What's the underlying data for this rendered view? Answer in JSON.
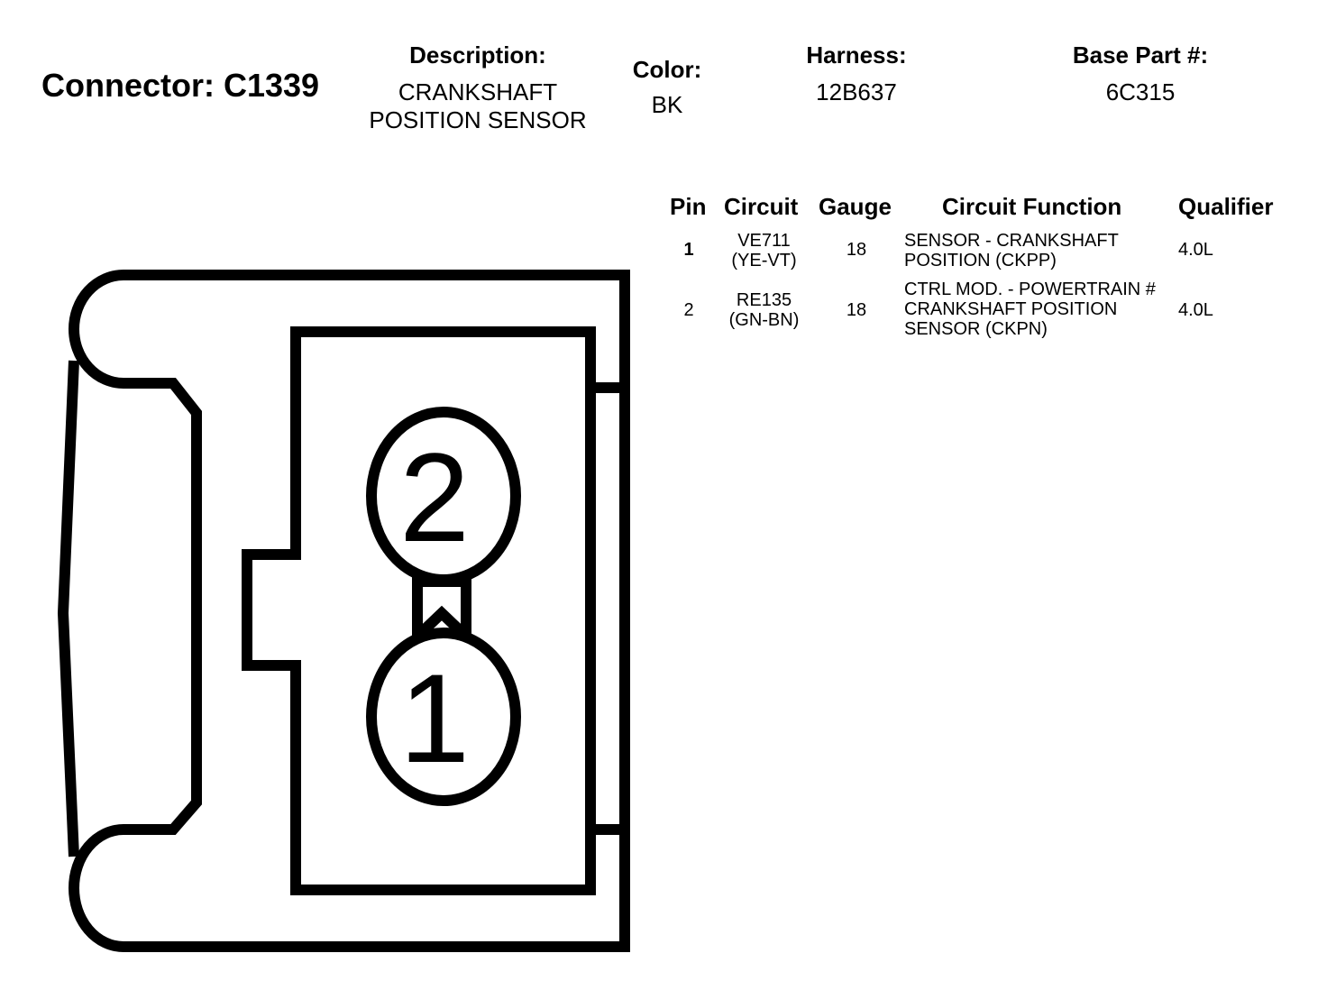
{
  "connector": {
    "label": "Connector: C1339"
  },
  "description": {
    "label": "Description:",
    "lines": [
      "CRANKSHAFT",
      "POSITION SENSOR"
    ]
  },
  "color": {
    "label": "Color:",
    "value": "BK"
  },
  "harness": {
    "label": "Harness:",
    "value": "12B637"
  },
  "base_part": {
    "label": "Base Part #:",
    "value": "6C315"
  },
  "table": {
    "headers": {
      "pin": "Pin",
      "circuit": "Circuit",
      "gauge": "Gauge",
      "function": "Circuit Function",
      "qualifier": "Qualifier"
    },
    "rows": [
      {
        "pin": "1",
        "circuit": [
          "VE711",
          "(YE-VT)"
        ],
        "gauge": "18",
        "function": [
          "SENSOR - CRANKSHAFT",
          "POSITION (CKPP)"
        ],
        "qualifier": "4.0L"
      },
      {
        "pin": "2",
        "circuit": [
          "RE135",
          "(GN-BN)"
        ],
        "gauge": "18",
        "function": [
          "CTRL MOD. - POWERTRAIN #",
          "CRANKSHAFT POSITION",
          "SENSOR (CKPN)"
        ],
        "qualifier": "4.0L"
      }
    ]
  },
  "diagram": {
    "pin_labels": [
      "2",
      "1"
    ]
  }
}
